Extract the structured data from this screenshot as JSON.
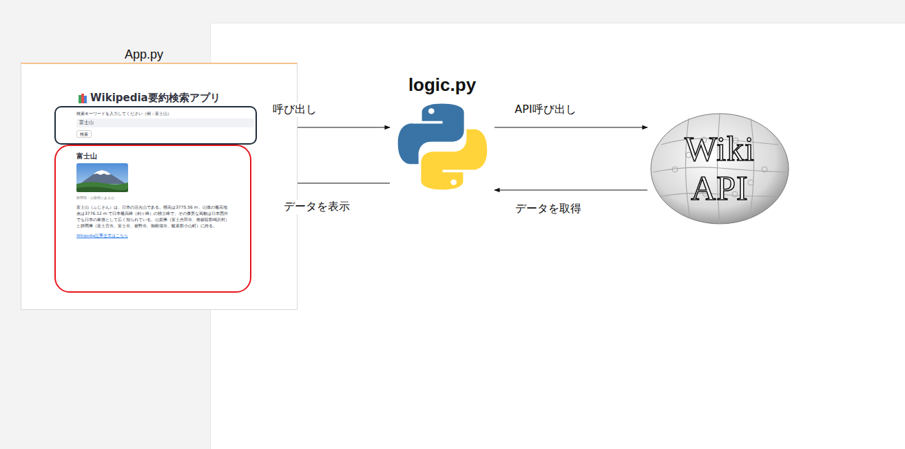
{
  "diagram": {
    "nodes": [
      {
        "text": [
          "App.py",
          "Wikipedia要約検索アプリ"
        ]
      },
      {
        "text": [
          "検索キーワードを入力してください（例：富士山）",
          "富士山",
          "検索"
        ],
        "in": 0
      },
      {
        "text": [
          "富士山",
          "静岡県・山梨県にある山",
          "富士山（ふじさん）は、日本の活火山である。標高は3775.56 m、山体の最高地点は3776.12 m で日本最高峰（剣ヶ峰）の独立峰で、その優美な風貌は日本国外でも日本の象徴として広く知られている。山梨県（富士吉田市、南都留郡鳴沢村）と静岡県（富士宮市、富士市、裾野市、御殿場市、駿東郡小山町）に跨る。",
          "Wikipedia記事全文はこちら"
        ],
        "in": 0
      },
      {
        "text": [
          "logic.py"
        ]
      },
      {
        "text": [
          "Wiki API"
        ]
      }
    ],
    "edges": [
      {
        "from": 1,
        "to": 3,
        "arrow": "to",
        "label": "呼び出し"
      },
      {
        "from": 3,
        "to": 4,
        "arrow": "to",
        "label": "API呼び出し"
      },
      {
        "from": 4,
        "to": 3,
        "arrow": "to",
        "label": "データを取得"
      },
      {
        "from": 3,
        "to": 2,
        "arrow": "to",
        "label": "データを表示"
      }
    ]
  }
}
